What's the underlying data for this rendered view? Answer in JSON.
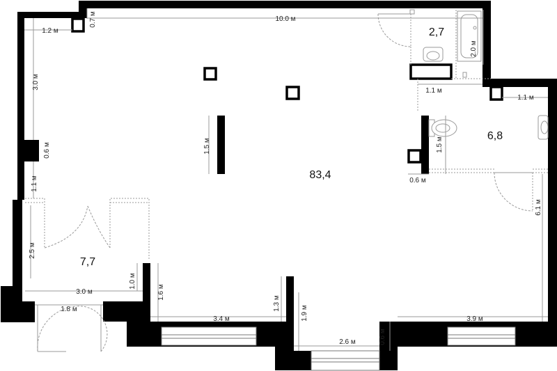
{
  "rooms": {
    "main_hall": "83,4",
    "vestibule": "7,7",
    "bathroom_upper": "2,7",
    "bathroom_right": "6,8"
  },
  "dimensions": {
    "top_width": "10.0 м",
    "top_left_step": "1.2 м",
    "top_left_notch": "0.7 м",
    "left_wall_upper": "3.0 м",
    "left_pillar": "0.6 м",
    "left_wall_lower": "1.1 м",
    "vestibule_height": "2.5 м",
    "vestibule_width": "3.0 м",
    "vestibule_right": "1.0 м",
    "entrance_door": "1.8 м",
    "inner_wall": "1.5 м",
    "bath_upper_height": "2.0 м",
    "bath_upper_width": "1.1 м",
    "bath_right_notch": "1.1 м",
    "bath_partition": "1.5 м",
    "partition_stub": "0.6 м",
    "right_wall": "6.1 м",
    "bottom_left_height": "1.6 м",
    "bottom_left_width": "3.4 м",
    "bottom_mid_left": "1.3 м",
    "bottom_mid_right": "1.9 м",
    "bottom_window": "2.6 м",
    "bottom_window_side": "0.6 м",
    "bottom_right_width": "3.9 м"
  }
}
